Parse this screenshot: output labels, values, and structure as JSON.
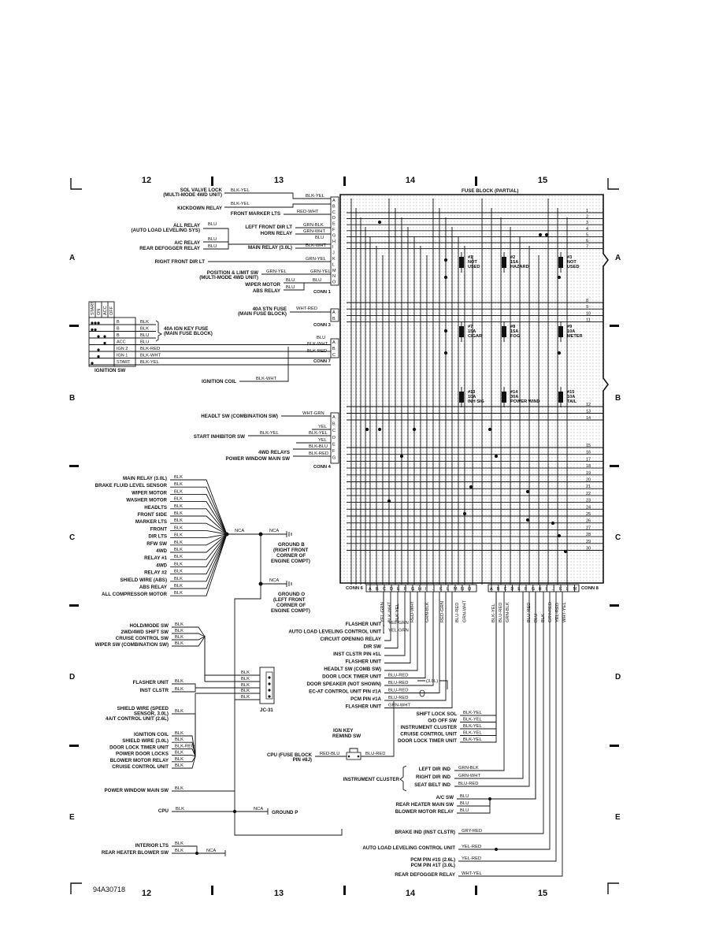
{
  "grid_numbers": [
    "12",
    "13",
    "14",
    "15"
  ],
  "zone_letters": [
    "A",
    "B",
    "C",
    "D",
    "E"
  ],
  "figure_code": "94A30718",
  "fuse_block_title": "FUSE BLOCK (PARTIAL)",
  "fuses": [
    {
      "id": "#1",
      "rating": "NOT",
      "name": "USED"
    },
    {
      "id": "#2",
      "rating": "15A",
      "name": "HAZARD"
    },
    {
      "id": "#3",
      "rating": "NOT",
      "name": "USED"
    },
    {
      "id": "#7",
      "rating": "15A",
      "name": "CIGAR"
    },
    {
      "id": "#8",
      "rating": "15A",
      "name": "FOG"
    },
    {
      "id": "#9",
      "rating": "10A",
      "name": "METER"
    },
    {
      "id": "#13",
      "rating": "10A",
      "name": "INH SIG"
    },
    {
      "id": "#14",
      "rating": "30A",
      "name": "POWER WIND"
    },
    {
      "id": "#15",
      "rating": "10A",
      "name": "TAIL"
    }
  ],
  "bus_numbers": [
    "1",
    "2",
    "3",
    "4",
    "5",
    "6",
    "7",
    "8",
    "9",
    "10",
    "11",
    "12",
    "13",
    "14",
    "15",
    "16",
    "17",
    "18",
    "19",
    "20",
    "21",
    "22",
    "23",
    "24",
    "25",
    "26",
    "27",
    "28",
    "29",
    "30"
  ],
  "conn1": {
    "title": "CONN 1",
    "pins": [
      "A",
      "B",
      "C",
      "D",
      "E",
      "F",
      "G",
      "H",
      "I",
      "J",
      "K",
      "L",
      "M",
      "N",
      "O"
    ],
    "rows": [
      {
        "label": "SOL VALVE LOCK",
        "sub": "(MULTI-MODE 4WD UNIT)",
        "wire": "BLK-YEL"
      },
      {
        "label": "KICKDOWN RELAY",
        "sub": "",
        "wire": "BLK-YEL"
      },
      {
        "label": "FRONT MARKER LTS",
        "sub": "",
        "wire": "RED-WHT"
      },
      {
        "label": "ALL RELAY",
        "sub": "(AUTO LOAD LEVELING SYS)",
        "wire": "BLU"
      },
      {
        "label": "A/C RELAY",
        "sub": "",
        "wire": "BLU"
      },
      {
        "label": "REAR DEFOGGER RELAY",
        "sub": "",
        "wire": "BLU"
      },
      {
        "label": "LEFT FRONT DIR LT",
        "sub": "",
        "wire": "GRN-BLK"
      },
      {
        "label": "HORN RELAY",
        "sub": "",
        "wire": "GRN-WHT"
      },
      {
        "label": "MAIN RELAY (3.0L)",
        "sub": "",
        "wire": "BLK-WHT"
      },
      {
        "label": "RIGHT FRONT DIR LT",
        "sub": "",
        "wire": "GRN-YEL"
      },
      {
        "label": "POSITION & LIMIT SW",
        "sub": "(MULTI-MODE 4WD UNIT)",
        "wire": "GRN-YEL"
      },
      {
        "label": "WIPER MOTOR",
        "sub": "",
        "wire": "BLU"
      },
      {
        "label": "ABS RELAY",
        "sub": "",
        "wire": "BLU"
      }
    ]
  },
  "conn3": {
    "title": "CONN 3",
    "pins": [
      "A",
      "B"
    ],
    "label": "40A STN FUSE",
    "sub": "(MAIN FUSE BLOCK)",
    "wire": "WHT-RED"
  },
  "ignition_switch": {
    "title": "IGNITION SW",
    "columns": [
      "START",
      "ON",
      "ACC",
      "OFF"
    ],
    "terminals": [
      "B",
      "B",
      "B",
      "ACC",
      "IGN 2",
      "IGN 1",
      "START"
    ],
    "wires": [
      "BLK",
      "BLK",
      "BLU",
      "BLU",
      "BLK-RED",
      "BLK-WHT",
      "BLK-YEL"
    ],
    "fuse_label": "40A IGN KEY FUSE",
    "fuse_sub": "(MAIN FUSE BLOCK)"
  },
  "conn7": {
    "title": "CONN 7",
    "pins": [
      "A",
      "B",
      "C"
    ],
    "wires": [
      "BLU",
      "BLK-WHT",
      "BLK-RED"
    ],
    "ignition_coil": "IGNITION COIL",
    "ignition_coil_wire": "BLK-WHT"
  },
  "conn4": {
    "title": "CONN 4",
    "pins": [
      "A",
      "B",
      "C",
      "D",
      "E",
      "F",
      "G"
    ],
    "rows": [
      {
        "label": "HEADLT SW (COMBINATION SW)",
        "wire": "WHT-GRN"
      },
      {
        "label": "",
        "wire": "YEL"
      },
      {
        "label": "START INHIBITOR SW",
        "wire": "BLK-YEL"
      },
      {
        "label": "",
        "wire": "YEL"
      },
      {
        "label": "4WD RELAYS",
        "wire": "BLK-BLU"
      },
      {
        "label": "POWER WINDOW MAIN SW",
        "wire": "BLK-RED"
      }
    ],
    "extra_wire": "BLK-YEL"
  },
  "ground_b": {
    "items": [
      "MAIN RELAY (3.0L)",
      "BRAKE FLUID LEVEL SENSOR",
      "WIPER MOTOR",
      "WASHER MOTOR",
      "HEADLTS",
      "FRONT SIDE",
      "MARKER LTS",
      "FRONT",
      "DIR LTS",
      "RFW SW",
      "4WD",
      "RELAY #1",
      "4WD",
      "RELAY #2",
      "SHIELD WIRE (ABS)",
      "ABS RELAY",
      "ALL COMPRESSOR MOTOR"
    ],
    "wire": "BLK",
    "nca": "NCA",
    "name": "GROUND B",
    "desc": [
      "(RIGHT FRONT",
      "CORNER OF",
      "ENGINE COMPT)"
    ]
  },
  "ground_o": {
    "nca": "NCA",
    "name": "GROUND O",
    "desc": [
      "(LEFT FRONT",
      "CORNER OF",
      "ENGINE COMPT)"
    ]
  },
  "jc31": {
    "title": "JC-31",
    "items_top": [
      "HOLD/MODE SW",
      "2WD/4WD SHIFT SW",
      "CRUISE CONTROL SW",
      "WIPER SW (COMBINATION SW)"
    ],
    "items_mid": [
      "FLASHER UNIT",
      "INST CLSTR"
    ],
    "items_shield": [
      "SHIELD WIRE (SPEED",
      "SENSOR, 3.0L)",
      "4A/T CONTROL UNIT (2.6L)"
    ],
    "items_low": [
      "IGNITION COIL",
      "SHIELD WIRE (3.0L)",
      "DOOR LOCK TIMER UNIT",
      "POWER DOOR LOCKS",
      "BLOWER MOTOR RELAY",
      "CRUISE CONTROL UNIT"
    ],
    "power_window": "POWER WINDOW MAIN SW",
    "cpu": "CPU",
    "ground_p_nca": "NCA",
    "ground_p": "GROUND P",
    "interior": [
      "INTERIOR LTS",
      "REAR HEATER BLOWER SW"
    ],
    "interior_nca": "NCA",
    "wire": "BLK",
    "wire_alt": "BLK-RED"
  },
  "conn6": {
    "title": "CONN 6",
    "pins": [
      "A",
      "B",
      "C",
      "D",
      "E",
      "F",
      "G",
      "H",
      "I",
      "J",
      "K",
      "L",
      "M",
      "N",
      "O"
    ],
    "wires": [
      "YEL-GRN",
      "BLK-WHT",
      "BLK-YEL",
      "",
      "RED-WHT",
      "",
      "GRN-BLK",
      "",
      "RED-GRN",
      "",
      "BLU-RED",
      "GRN-WHT"
    ],
    "rows": [
      {
        "label": "FLASHER UNIT",
        "wire": "YEL-GRN"
      },
      {
        "label": "AUTO LOAD LEVELING CONTROL UNIT",
        "wire": "YEL-GRN"
      },
      {
        "label": "CIRCUIT OPENING RELAY",
        "wire": ""
      },
      {
        "label": "DIR SW",
        "wire": ""
      },
      {
        "label": "INST CLSTR PIN #1L",
        "wire": ""
      },
      {
        "label": "FLASHER UNIT",
        "wire": ""
      },
      {
        "label": "HEADLT SW (COMB SW)",
        "wire": ""
      },
      {
        "label": "DOOR LOCK TIMER UNIT",
        "wire": "BLU-RED"
      },
      {
        "label": "DOOR SPEAKER (NOT SHOWN)",
        "wire": "BLU-RED"
      },
      {
        "label": "EC-AT CONTROL UNIT PIN #1A",
        "wire": "BLU-RED"
      },
      {
        "label": "PCM PIN #1A",
        "wire": "BLU-RED"
      },
      {
        "label": "FLASHER UNIT",
        "wire": "GRN-WHT"
      }
    ],
    "engine_note": "(3.0L)"
  },
  "conn8": {
    "title": "CONN 8",
    "pins": [
      "A",
      "B",
      "C",
      "D",
      "E",
      "F",
      "G",
      "H",
      "I",
      "J",
      "K",
      "L",
      "M"
    ],
    "wires": [
      "BLK-YEL",
      "BLU-RED",
      "GRN-BLK",
      "",
      "",
      "BLU-RED",
      "BLU",
      "BLK",
      "GRY-RED",
      "YEL-RED",
      "WHT-YEL"
    ],
    "shift_group": [
      {
        "label": "SHIFT LOCK SOL",
        "wire": "BLK-YEL"
      },
      {
        "label": "O/D OFF SW",
        "wire": "BLK-YEL"
      },
      {
        "label": "INSTRUMENT CLUSTER",
        "wire": "BLK-YEL"
      },
      {
        "label": "CRUISE CONTROL UNIT",
        "wire": "BLK-YEL"
      },
      {
        "label": "DOOR LOCK TIMER UNIT",
        "wire": "BLK-YEL"
      }
    ],
    "ign_key_remind": [
      "IGN KEY",
      "REMIND SW"
    ],
    "cpu_line": {
      "label": "CPU (FUSE BLOCK",
      "sub": "PIN #8J)",
      "wire_left": "RED-BLU",
      "wire_right": "BLU-RED"
    },
    "cluster": {
      "label": "INSTRUMENT CLUSTER",
      "items": [
        {
          "label": "LEFT DIR IND",
          "wire": "GRN-BLK"
        },
        {
          "label": "RIGHT DIR IND",
          "wire": "GRN-WHT"
        },
        {
          "label": "SEAT BELT IND",
          "wire": "BLU-RED"
        }
      ]
    },
    "ac_group": [
      {
        "label": "A/C SW",
        "wire": "BLU"
      },
      {
        "label": "REAR HEATER MAIN SW",
        "wire": "BLU"
      },
      {
        "label": "BLOWER MOTOR RELAY",
        "wire": "BLU"
      }
    ],
    "bottom": [
      {
        "label": "BRAKE IND (INST CLSTR)",
        "wire": "GRY-RED"
      },
      {
        "label": "AUTO LOAD LEVELING CONTROL UNIT",
        "wire": "YEL-RED"
      },
      {
        "label": "PCM PIN #1S (2.6L)",
        "wire": "YEL-RED"
      },
      {
        "label": "PCM PIN #1T (3.0L)",
        "wire": ""
      },
      {
        "label": "REAR DEFOGGER RELAY",
        "wire": "WHT-YEL"
      }
    ]
  }
}
